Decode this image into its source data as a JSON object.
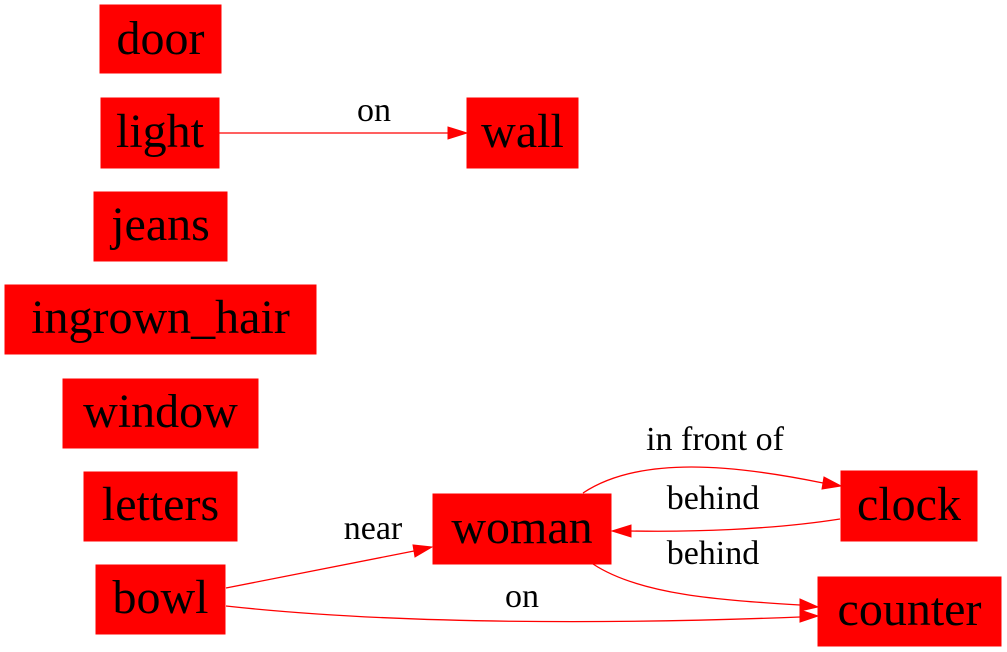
{
  "colors": {
    "node_fill": "#ff0000",
    "edge": "#ff0000",
    "text": "#000000",
    "background": "#ffffff"
  },
  "nodes": {
    "door": "door",
    "light": "light",
    "wall": "wall",
    "jeans": "jeans",
    "ingrown_hair": "ingrown_hair",
    "window": "window",
    "letters": "letters",
    "bowl": "bowl",
    "woman": "woman",
    "clock": "clock",
    "counter": "counter"
  },
  "edges": [
    {
      "id": "light-wall",
      "from": "light",
      "to": "wall",
      "label": "on"
    },
    {
      "id": "woman-clock",
      "from": "woman",
      "to": "clock",
      "label": "in front of"
    },
    {
      "id": "clock-woman",
      "from": "clock",
      "to": "woman",
      "label": "behind"
    },
    {
      "id": "woman-counter",
      "from": "woman",
      "to": "counter",
      "label": "behind"
    },
    {
      "id": "bowl-woman",
      "from": "bowl",
      "to": "woman",
      "label": "near"
    },
    {
      "id": "bowl-counter",
      "from": "bowl",
      "to": "counter",
      "label": "on"
    }
  ]
}
